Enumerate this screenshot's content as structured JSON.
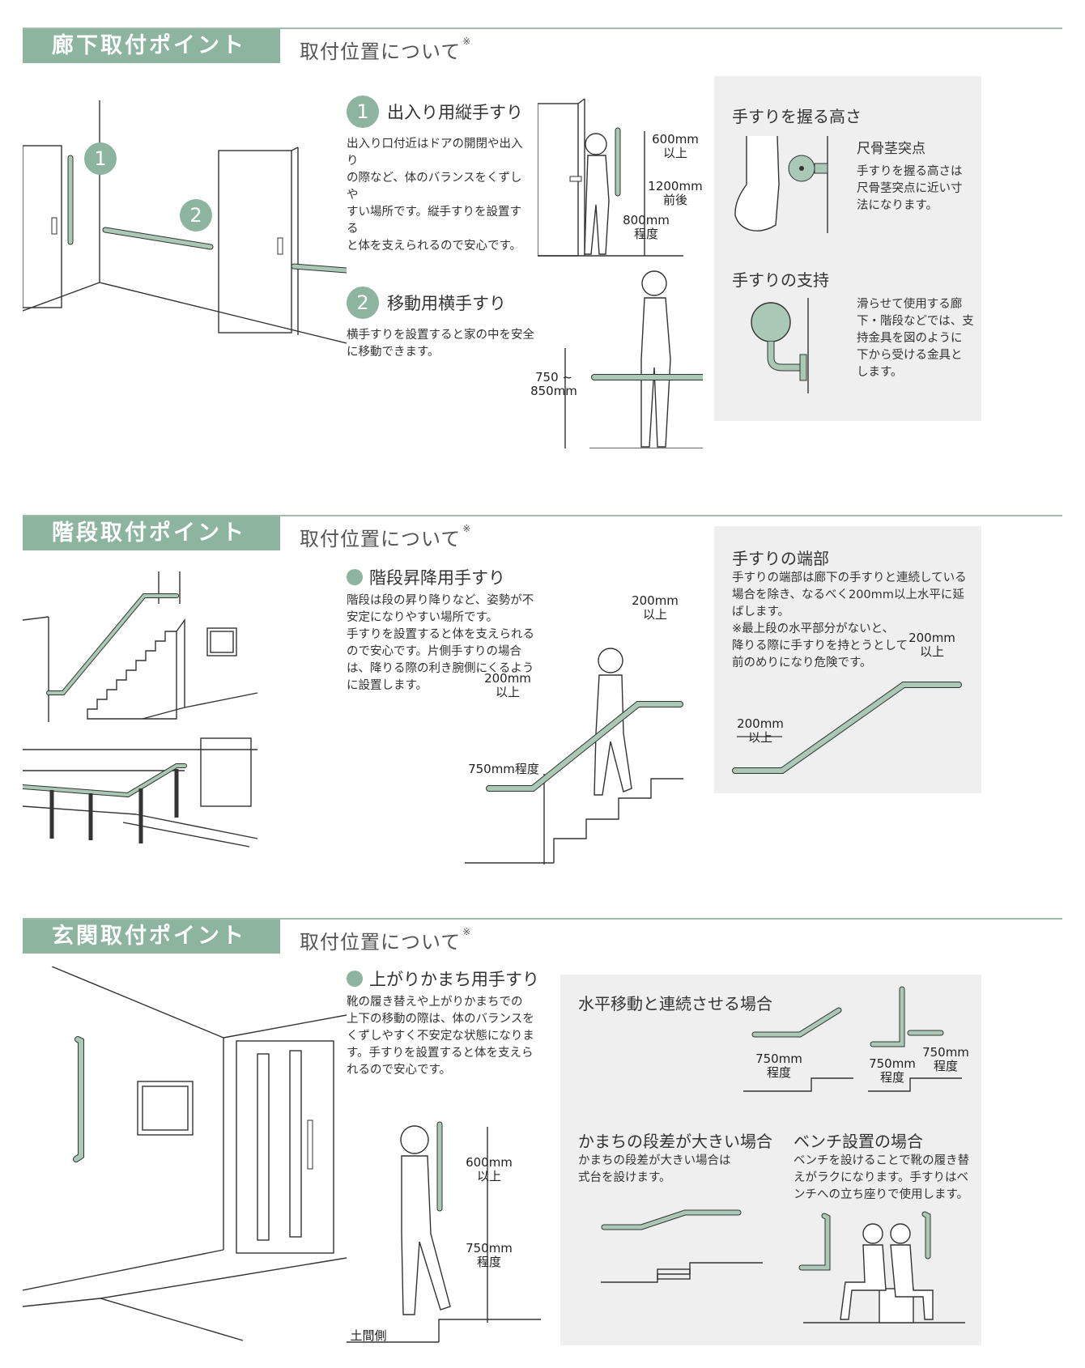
{
  "sections": {
    "corridor": {
      "title": "廊下取付ポイント",
      "subtitle": "取付位置について",
      "note_mark": "※",
      "point1": {
        "number": "1",
        "title": "出入り用縦手すり",
        "lines": [
          "出入り口付近はドアの開閉や出入り",
          "の際など、体のバランスをくずしや",
          "すい場所です。縦手すりを設置する",
          "と体を支えられるので安心です。"
        ],
        "dims": {
          "a1": "600mm",
          "a2": "以上",
          "b1": "1200mm",
          "b2": "前後",
          "c1": "800mm",
          "c2": "程度"
        }
      },
      "point2": {
        "number": "2",
        "title": "移動用横手すり",
        "lines": [
          "横手すりを設置すると家の中を安全",
          "に移動できます。"
        ],
        "dims": {
          "a1": "750 ~",
          "a2": "850mm"
        }
      },
      "illus_markers": [
        "1",
        "2"
      ],
      "panel": {
        "grip_title": "手すりを握る高さ",
        "grip_point": "尺骨茎突点",
        "grip_lines": [
          "手すりを握る高さは",
          "尺骨茎突点に近い寸",
          "法になります。"
        ],
        "support_title": "手すりの支持",
        "support_lines": [
          "滑らせて使用する廊",
          "下・階段などでは、支",
          "持金具を図のように",
          "下から受ける金具と",
          "します。"
        ]
      }
    },
    "stairs": {
      "title": "階段取付ポイント",
      "subtitle": "取付位置について",
      "note_mark": "※",
      "point": {
        "title": "階段昇降用手すり",
        "lines": [
          "階段は段の昇り降りなど、姿勢が不",
          "安定になりやすい場所です。",
          "手すりを設置すると体を支えられる",
          "ので安心です。片側手すりの場合",
          "は、降りる際の利き腕側にくるよう",
          "に設置します。"
        ],
        "dims": {
          "top1": "200mm",
          "top2": "以上",
          "left1": "200mm",
          "left2": "以上",
          "height": "750mm程度"
        }
      },
      "panel": {
        "title": "手すりの端部",
        "lines": [
          "手すりの端部は廊下の手すりと連続している",
          "場合を除き、なるべく200mm以上水平に延",
          "ばします。",
          "※最上段の水平部分がないと、",
          "降りる際に手すりを持とうとして",
          "前のめりになり危険です。"
        ],
        "dims": {
          "top1": "200mm",
          "top2": "以上",
          "bot1": "200mm",
          "bot2": "以上"
        }
      }
    },
    "entrance": {
      "title": "玄関取付ポイント",
      "subtitle": "取付位置について",
      "note_mark": "※",
      "point": {
        "title": "上がりかまち用手すり",
        "lines": [
          "靴の履き替えや上がりかまちでの",
          "上下の移動の際は、体のバランスを",
          "くずしやすく不安定な状態になりま",
          "す。手すりを設置すると体を支えら",
          "れるので安心です。"
        ],
        "dims": {
          "a1": "600mm",
          "a2": "以上",
          "b1": "750mm",
          "b2": "程度",
          "floor": "土間側"
        }
      },
      "panel": {
        "horiz_title": "水平移動と連続させる場合",
        "horiz_dims": {
          "d1a": "750mm",
          "d1b": "程度",
          "d2a": "750mm",
          "d2b": "程度",
          "d3a": "750mm",
          "d3b": "程度"
        },
        "step_title": "かまちの段差が大きい場合",
        "step_lines": [
          "かまちの段差が大きい場合は",
          "式台を設けます。"
        ],
        "bench_title": "ベンチ設置の場合",
        "bench_lines": [
          "ベンチを設けることで靴の履き替",
          "えがラクになります。手すりはベ",
          "ンチへの立ち座りで使用します。"
        ]
      }
    }
  },
  "colors": {
    "accent": "#8db49e",
    "rail": "#a9c9b6",
    "panel": "#efefef",
    "line": "#333333"
  }
}
